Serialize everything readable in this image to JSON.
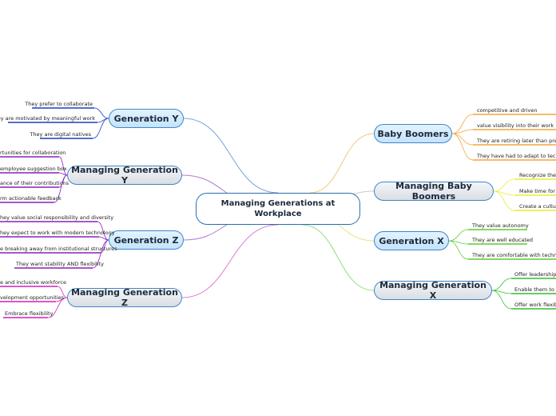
{
  "central": {
    "title_line1": "Managing Generations at",
    "title_line2": "Workplace"
  },
  "colors": {
    "blue": "#1f3fbf",
    "purple": "#8a1fbf",
    "magenta": "#d61fbf",
    "orange": "#f2a63a",
    "yellow": "#ecec2e",
    "green": "#5ccc2e",
    "green2": "#2ebf2e",
    "branch_blue": "#7aa0e0",
    "branch_purple": "#b07ad6",
    "branch_magenta": "#e07ad6",
    "branch_orange": "#f5c77a",
    "branch_yellow": "#e6e67a",
    "branch_green": "#8fe07a"
  },
  "left": [
    {
      "label": "Generation Y",
      "style": "light",
      "items": [
        "They prefer to collaborate",
        "They are motivated by meaningful work",
        "They are digital natives"
      ]
    },
    {
      "label": "Managing Generation Y",
      "style": "grey",
      "items": [
        "rtunities for collaboration",
        "employee suggestion box",
        "ance of their contributions",
        "rm actionable feedback"
      ]
    },
    {
      "label": "Generation Z",
      "style": "light",
      "items": [
        "hey value social responsibility and diversity",
        "hey expect to work with modern technology",
        "e breaking away from institutional structures",
        "They want stability AND flexibility"
      ]
    },
    {
      "label": "Managing Generation Z",
      "style": "grey",
      "items": [
        "e and inclusive workforce",
        "velopment opportunities",
        "Embrace flexibility"
      ]
    }
  ],
  "right": [
    {
      "label": "Baby Boomers",
      "style": "light",
      "items": [
        "competitive and driven",
        "value visibility into their work",
        "They are retiring later than previous",
        "They have had to adapt to technolo"
      ]
    },
    {
      "label": "Managing Baby Boomers",
      "style": "grey",
      "items": [
        "Recognize them",
        "Make time for fa",
        "Create a culture"
      ]
    },
    {
      "label": "Generation X",
      "style": "light",
      "items": [
        "They value autonomy",
        "They are well educated",
        "They are comfortable with technology"
      ]
    },
    {
      "label": "Managing Generation X",
      "style": "grey",
      "items": [
        "Offer leadership op",
        "Enable them to co",
        "Offer work flexibili"
      ]
    }
  ]
}
